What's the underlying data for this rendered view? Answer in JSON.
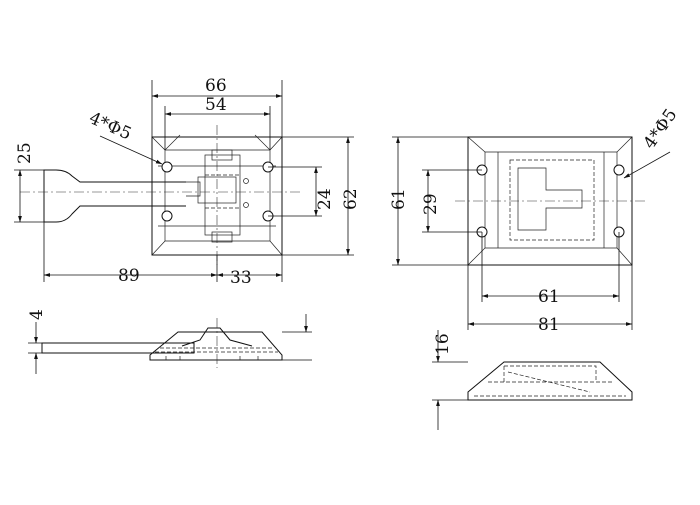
{
  "drawing": {
    "views": [
      {
        "id": "hook-top-view"
      },
      {
        "id": "keeper-top-view"
      },
      {
        "id": "hook-side-view"
      },
      {
        "id": "keeper-side-view"
      }
    ],
    "dimensions": {
      "hook_top": {
        "plate_outer_width": "66",
        "plate_inner_width": "54",
        "hole_callout": "4*Φ5",
        "hook_head_height": "25",
        "hole_spacing_vertical": "24",
        "plate_height": "62",
        "hook_length": "89",
        "plate_half_width": "33"
      },
      "keeper_top": {
        "hole_callout": "4*Φ5",
        "plate_height": "61",
        "hole_spacing_vertical": "29",
        "hole_spacing_horizontal": "61",
        "plate_width": "81"
      },
      "hook_side": {
        "thickness": "4"
      },
      "keeper_side": {
        "height": "16"
      }
    }
  }
}
